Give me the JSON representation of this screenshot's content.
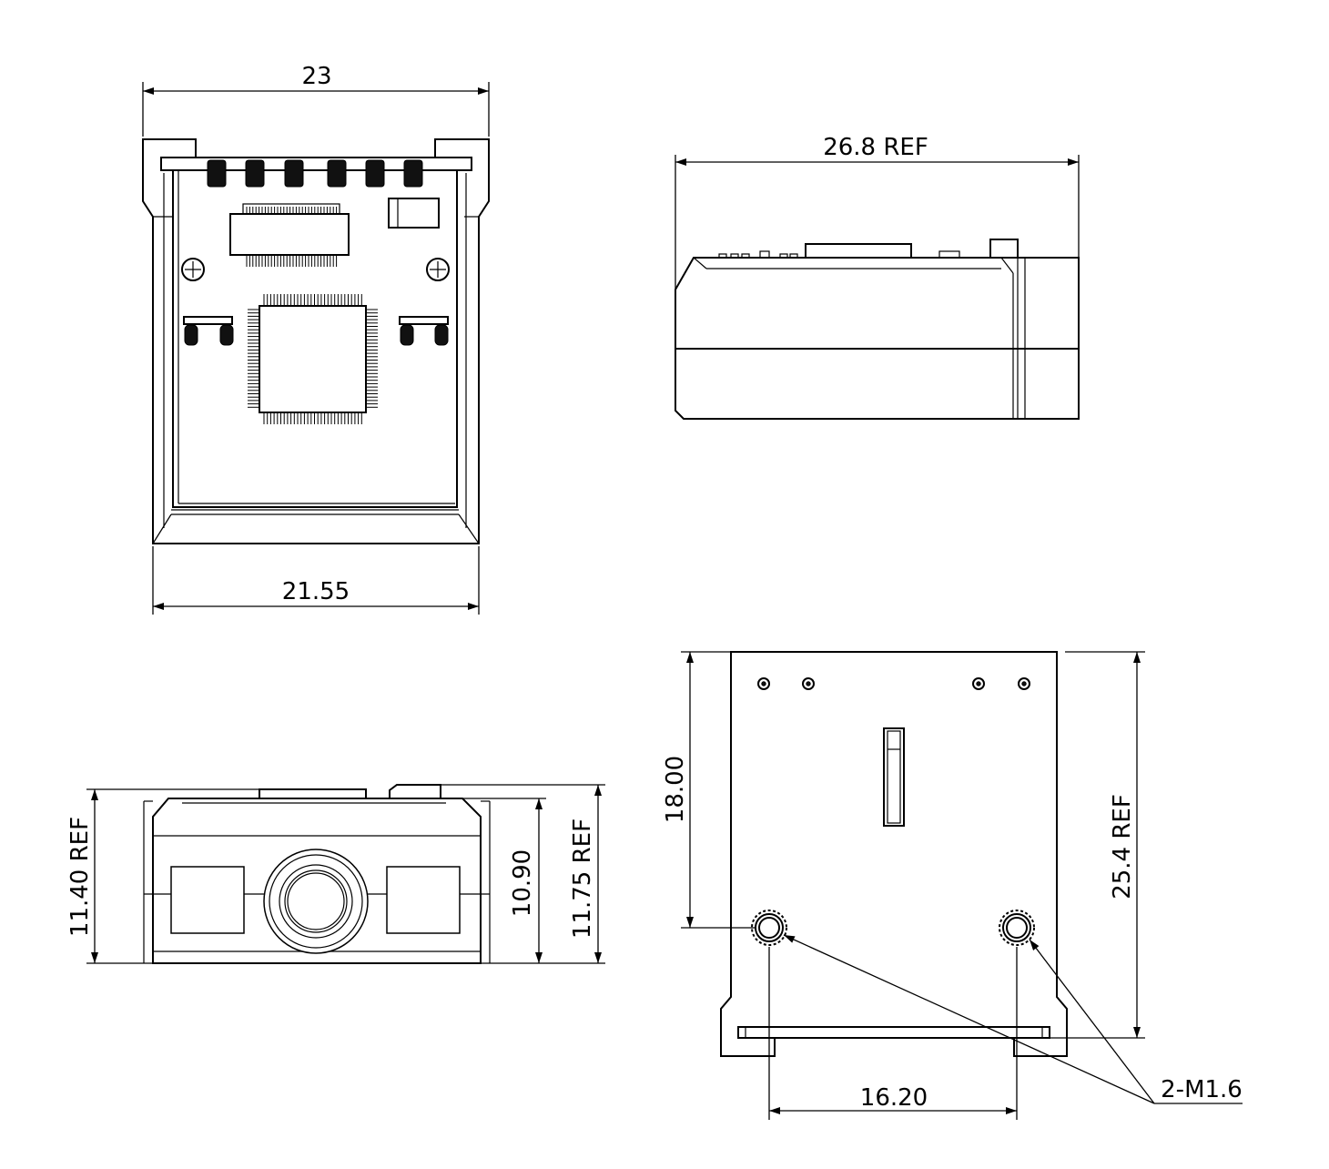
{
  "drawing": {
    "top_view": {
      "width_top_label": "23",
      "width_bottom_label": "21.55"
    },
    "side_view": {
      "length_label": "26.8 REF"
    },
    "front_view": {
      "overall_height_label": "11.40 REF",
      "body_height_label": "10.90",
      "total_height_label": "11.75 REF"
    },
    "bottom_view": {
      "hole_offset_label": "18.00",
      "overall_length_label": "25.4 REF",
      "hole_spacing_label": "16.20",
      "thread_callout_label": "2-M1.6"
    }
  }
}
